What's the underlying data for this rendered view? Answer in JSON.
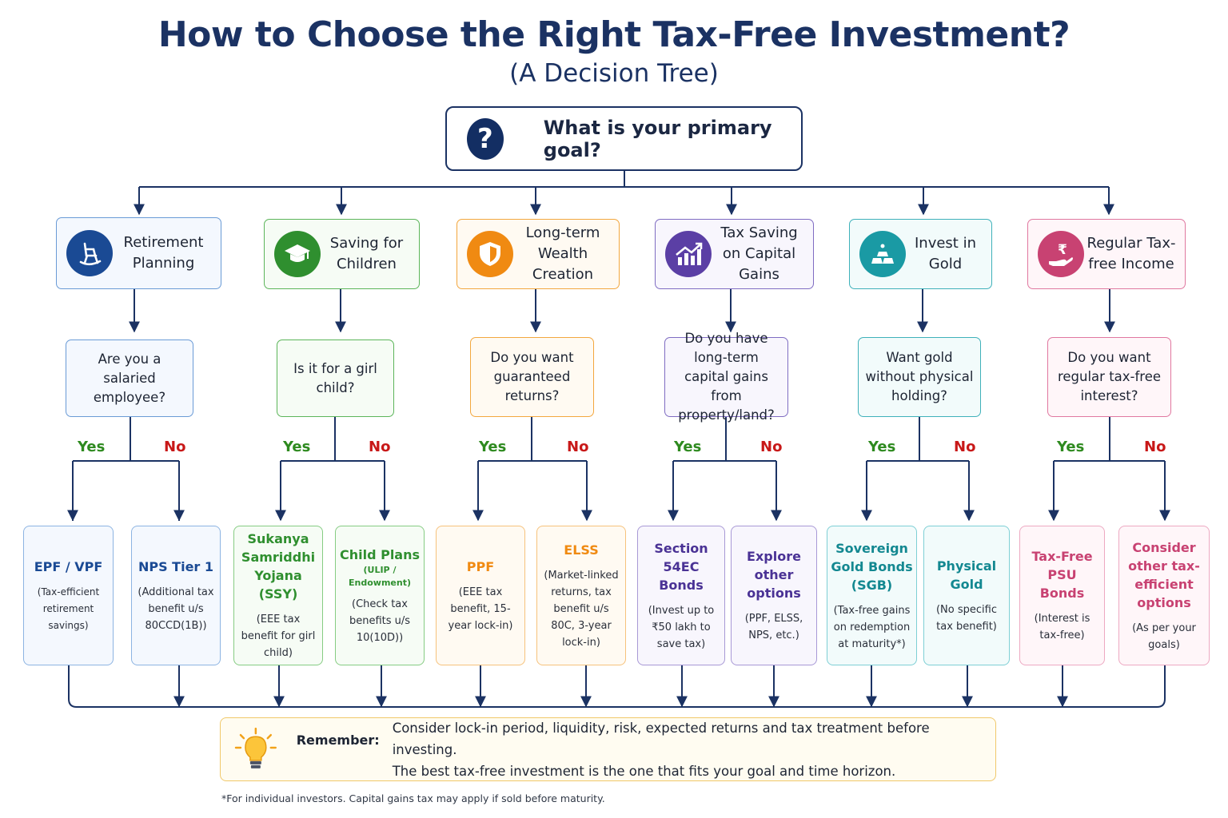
{
  "title": "How to Choose the Right Tax-Free Investment?",
  "subtitle": "(A Decision Tree)",
  "root": {
    "icon": "question-icon",
    "glyph": "?",
    "question": "What is your primary goal?"
  },
  "colors": {
    "navy": "#1b3263",
    "blue": "#4a7fc4",
    "green": "#3d9a3a",
    "orange": "#f09a1e",
    "purple": "#5e4aa6",
    "teal": "#1e9aa5",
    "pink": "#c9356f"
  },
  "branches": [
    {
      "goal": "Retirement Planning",
      "icon": "rocking-chair-icon",
      "question": "Are you a salaried employee?",
      "yes_label": "Yes",
      "no_label": "No",
      "yes": {
        "title": "EPF / VPF",
        "desc": "(Tax-efficient retirement savings)"
      },
      "no": {
        "title": "NPS Tier 1",
        "desc": "(Additional tax benefit u/s 80CCD(1B))"
      }
    },
    {
      "goal": "Saving for Children",
      "icon": "graduation-cap-icon",
      "question": "Is it for a girl child?",
      "yes_label": "Yes",
      "no_label": "No",
      "yes": {
        "title": "Sukanya Samriddhi Yojana (SSY)",
        "desc": "(EEE tax benefit for girl child)"
      },
      "no": {
        "title": "Child Plans",
        "sub": "(ULIP / Endowment)",
        "desc": "(Check tax benefits u/s 10(10D))"
      }
    },
    {
      "goal": "Long-term Wealth Creation",
      "icon": "shield-icon",
      "question": "Do you want guaranteed returns?",
      "yes_label": "Yes",
      "no_label": "No",
      "yes": {
        "title": "PPF",
        "desc": "(EEE tax benefit, 15-year lock-in)"
      },
      "no": {
        "title": "ELSS",
        "desc": "(Market-linked returns, tax benefit u/s 80C, 3-year lock-in)"
      }
    },
    {
      "goal": "Tax Saving on Capital Gains",
      "icon": "growth-chart-icon",
      "question": "Do you have long-term capital gains from property/land?",
      "yes_label": "Yes",
      "no_label": "No",
      "yes": {
        "title": "Section 54EC Bonds",
        "desc": "(Invest up to ₹50 lakh to save tax)"
      },
      "no": {
        "title": "Explore other options",
        "desc": "(PPF, ELSS, NPS, etc.)"
      }
    },
    {
      "goal": "Invest in Gold",
      "icon": "gold-bars-icon",
      "question": "Want gold without physical holding?",
      "yes_label": "Yes",
      "no_label": "No",
      "yes": {
        "title": "Sovereign Gold Bonds (SGB)",
        "desc": "(Tax-free gains on redemption at maturity*)"
      },
      "no": {
        "title": "Physical Gold",
        "desc": "(No specific tax benefit)"
      }
    },
    {
      "goal": "Regular Tax-free Income",
      "icon": "rupee-hand-icon",
      "question": "Do you want regular tax-free interest?",
      "yes_label": "Yes",
      "no_label": "No",
      "yes": {
        "title": "Tax-Free PSU Bonds",
        "desc": "(Interest is tax-free)"
      },
      "no": {
        "title": "Consider other tax-efficient options",
        "desc": "(As per your goals)"
      }
    }
  ],
  "note": {
    "icon": "lightbulb-icon",
    "label": "Remember:",
    "line1": "Consider lock-in period, liquidity, risk, expected returns and tax treatment before investing.",
    "line2": "The best tax-free investment is the one that fits your goal and time horizon."
  },
  "footnote": "*For individual investors. Capital gains tax may apply if sold before maturity."
}
